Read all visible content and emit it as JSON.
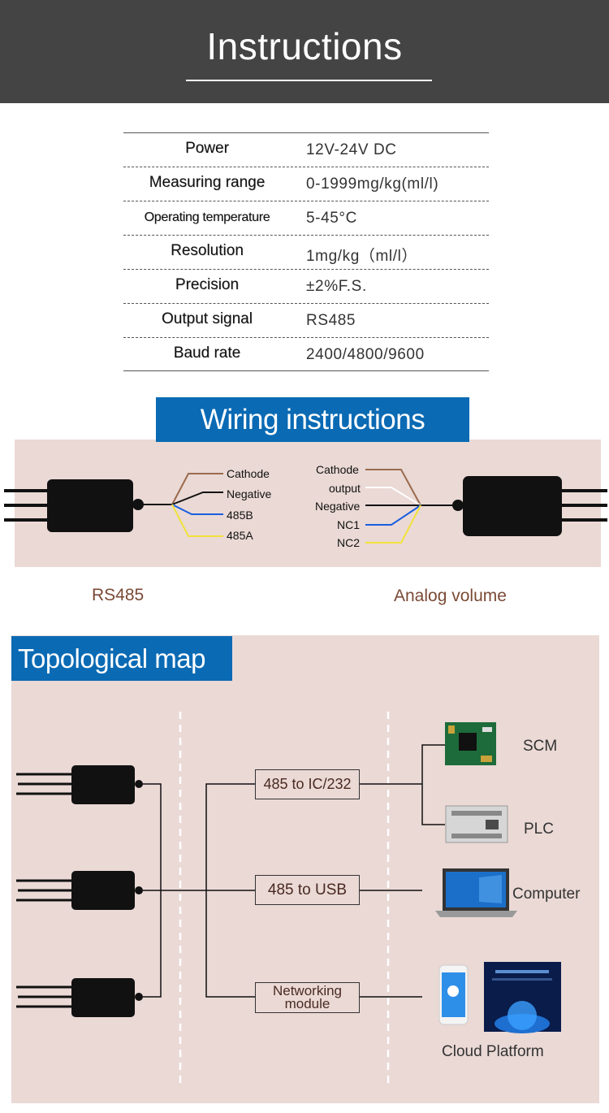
{
  "header": {
    "title": "Instructions"
  },
  "specs": [
    {
      "label": "Power",
      "value": "12V-24V DC"
    },
    {
      "label": "Measuring range",
      "value": "0-1999mg/kg(ml/l)"
    },
    {
      "label": "Operating temperature",
      "value": "5-45°C"
    },
    {
      "label": "Resolution",
      "value": "1mg/kg（ml/l）"
    },
    {
      "label": "Precision",
      "value": "±2%F.S."
    },
    {
      "label": "Output signal",
      "value": "RS485"
    },
    {
      "label": "Baud rate",
      "value": "2400/4800/9600"
    }
  ],
  "wiring": {
    "title": "Wiring instructions",
    "rs485_wires": [
      "Cathode",
      "Negative",
      "485B",
      "485A"
    ],
    "analog_wires": [
      "Cathode",
      "output",
      "Negative",
      "NC1",
      "NC2"
    ],
    "caption_left": "RS485",
    "caption_right": "Analog volume"
  },
  "topology": {
    "title": "Topological map",
    "boxes": [
      "485 to IC/232",
      "485 to USB",
      "Networking module"
    ],
    "devices": [
      "SCM",
      "PLC",
      "Computer",
      "Cloud Platform"
    ]
  },
  "colors": {
    "header_bg": "#444444",
    "banner_blue": "#0a6ab4",
    "panel_bg": "#ead9d5",
    "wire_brown": "#9a6a4e",
    "wire_blue": "#1a5ee0",
    "wire_yellow": "#f2e23a",
    "caption_brown": "#7a4a35"
  }
}
